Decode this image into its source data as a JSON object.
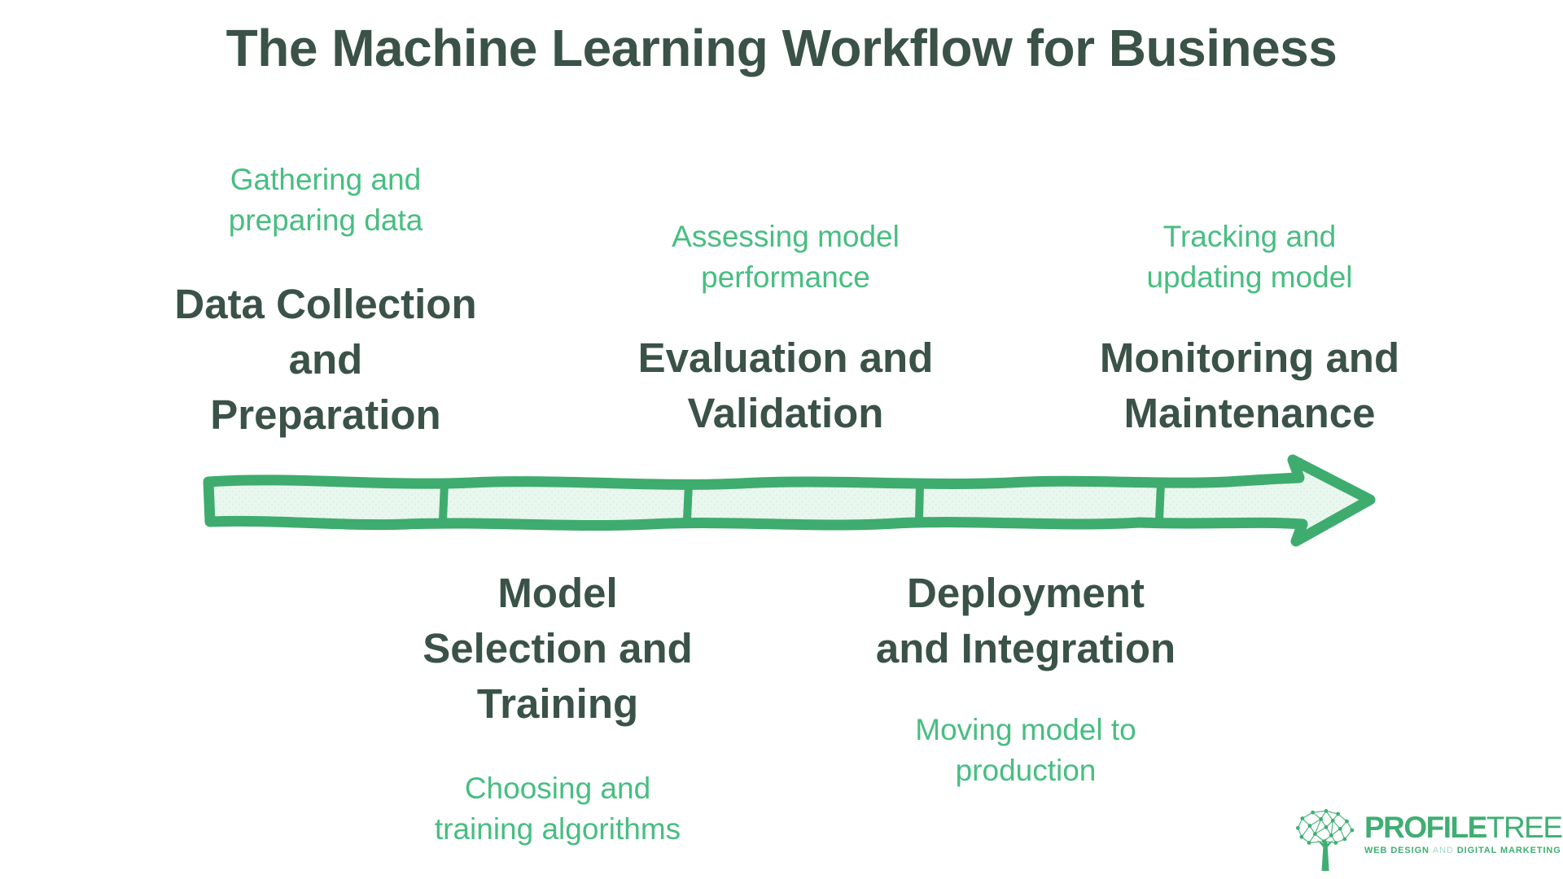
{
  "title": "The Machine Learning Workflow for Business",
  "colors": {
    "title_text": "#3a5248",
    "stage_title_text": "#3a5248",
    "accent_green": "#47be81",
    "arrow_stroke": "#3eac6e",
    "arrow_fill": "#e9f7ef",
    "logo_green": "#3fae73",
    "background": "#ffffff"
  },
  "arrow": {
    "segments": 5,
    "direction": "right"
  },
  "stages": [
    {
      "id": "data-collection-and-preparation",
      "row": "above-arrow",
      "desc_lines": [
        "Gathering and",
        "preparing data"
      ],
      "title_lines": [
        "Data Collection",
        "and",
        "Preparation"
      ]
    },
    {
      "id": "model-selection-and-training",
      "row": "below-arrow",
      "title_lines": [
        "Model",
        "Selection and",
        "Training"
      ],
      "desc_lines": [
        "Choosing and",
        "training algorithms"
      ]
    },
    {
      "id": "evaluation-and-validation",
      "row": "above-arrow",
      "desc_lines": [
        "Assessing model",
        "performance"
      ],
      "title_lines": [
        "Evaluation and",
        "Validation"
      ]
    },
    {
      "id": "deployment-and-integration",
      "row": "below-arrow",
      "title_lines": [
        "Deployment",
        "and Integration"
      ],
      "desc_lines": [
        "Moving model to",
        "production"
      ]
    },
    {
      "id": "monitoring-and-maintenance",
      "row": "above-arrow",
      "desc_lines": [
        "Tracking and",
        "updating model"
      ],
      "title_lines": [
        "Monitoring and",
        "Maintenance"
      ]
    }
  ],
  "logo": {
    "brand_primary": "PROFILE",
    "brand_secondary": "TREE",
    "tagline_bold_1": "WEB DESIGN",
    "tagline_light": "AND",
    "tagline_bold_2": "DIGITAL MARKETING"
  }
}
